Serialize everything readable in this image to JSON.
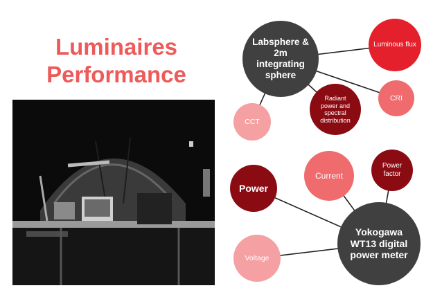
{
  "title": {
    "line1": "Luminaires",
    "line2": "Performance"
  },
  "nodes": {
    "labsphere": "Labsphere & 2m integrating sphere",
    "luminous_flux": "Luminous flux",
    "cri": "CRI",
    "radiant": "Radiant power and spectral distribution",
    "cct": "CCT",
    "current": "Current",
    "power_factor": "Power factor",
    "power": "Power",
    "yokogawa": "Yokogawa WT13 digital power meter",
    "voltage": "Voltage"
  },
  "colors": {
    "title": "#ee5a5a",
    "dark_gray": "#404040",
    "bright_red": "#e3202b",
    "dark_red": "#8b0b13",
    "salmon": "#ef6b6e",
    "pale_pink": "#f5a0a3",
    "edge": "#222222"
  }
}
